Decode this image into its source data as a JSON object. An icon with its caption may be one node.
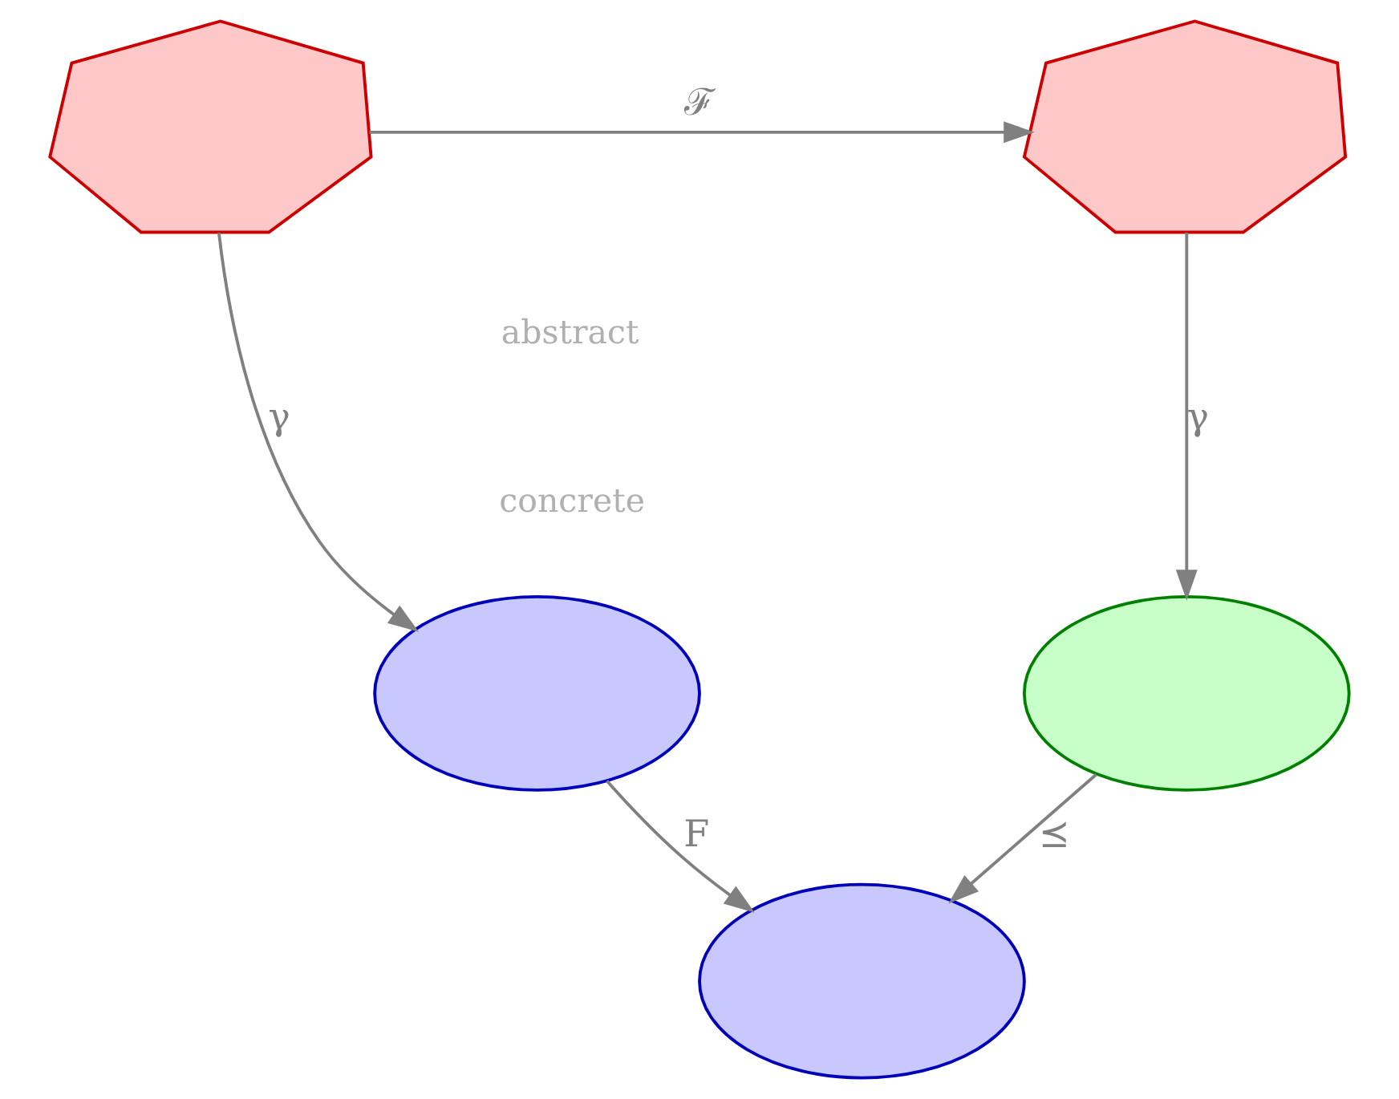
{
  "diagram": {
    "nodes": [
      {
        "text": [],
        "shape": "polygon"
      },
      {
        "text": [],
        "shape": "polygon"
      },
      {
        "text": [],
        "shape": "blob"
      },
      {
        "text": [],
        "shape": "blob"
      },
      {
        "text": [],
        "shape": "blob"
      }
    ],
    "edges": [
      {
        "from": 0,
        "to": 1,
        "arrow": "to",
        "label": "ℱ"
      },
      {
        "from": 0,
        "to": 2,
        "arrow": "to",
        "label": "γ"
      },
      {
        "from": 1,
        "to": 3,
        "arrow": "to",
        "label": "γ"
      },
      {
        "from": 2,
        "to": 4,
        "arrow": "to",
        "label": "F"
      },
      {
        "from": 3,
        "to": 4,
        "arrow": "to",
        "label": "⪯"
      }
    ],
    "labels": [
      "abstract",
      "concrete"
    ]
  }
}
